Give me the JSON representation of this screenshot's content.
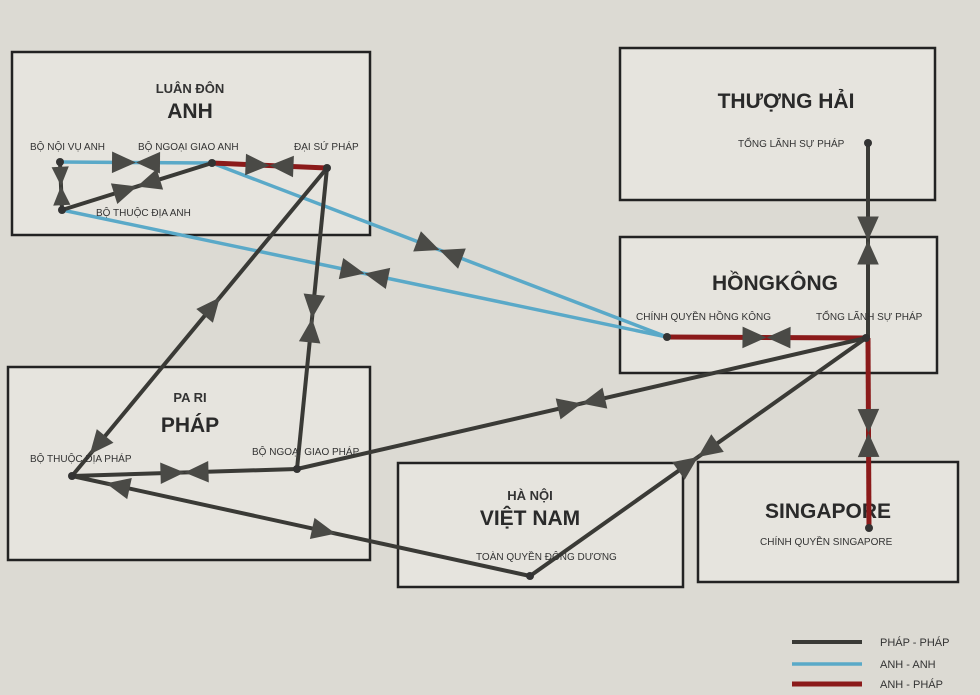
{
  "boxes": {
    "anh": {
      "city": "LUÂN ĐÔN",
      "country": "ANH"
    },
    "thuong_hai": {
      "country": "THƯỢNG HẢI"
    },
    "hong_kong": {
      "country": "HỒNGKÔNG"
    },
    "phap": {
      "city": "PA RI",
      "country": "PHÁP"
    },
    "viet_nam": {
      "city": "HÀ NỘI",
      "country": "VIỆT NAM"
    },
    "singapore": {
      "country": "SINGAPORE"
    }
  },
  "nodes": {
    "bo_noi_vu_anh": "BỘ NỘI VỤ ANH",
    "bo_ngoai_giao_anh": "BỘ NGOẠI GIAO ANH",
    "dai_su_phap": "ĐẠI SỨ PHÁP",
    "bo_thuoc_dia_anh": "BỘ THUỘC ĐỊA ANH",
    "tong_lanh_su_phap_th": "TỔNG LÃNH SỰ PHÁP",
    "chinh_quyen_hong_kong": "CHÍNH QUYỀN HỒNG KÔNG",
    "tong_lanh_su_phap_hk": "TỔNG LÃNH SỰ PHÁP",
    "bo_thuoc_dia_phap": "BỘ THUỘC ĐỊA PHÁP",
    "bo_ngoai_giao_phap": "BỘ NGOẠI GIAO PHÁP",
    "toan_quyen_dong_duong": "TOÀN QUYỀN ĐÔNG DƯƠNG",
    "chinh_quyen_singapore": "CHÍNH QUYỀN SINGAPORE"
  },
  "legend": [
    {
      "label": "PHÁP - PHÁP",
      "color": "#3a3a36"
    },
    {
      "label": "ANH - ANH",
      "color": "#5aa9c8"
    },
    {
      "label": "ANH - PHÁP",
      "color": "#8b1a1a"
    }
  ]
}
